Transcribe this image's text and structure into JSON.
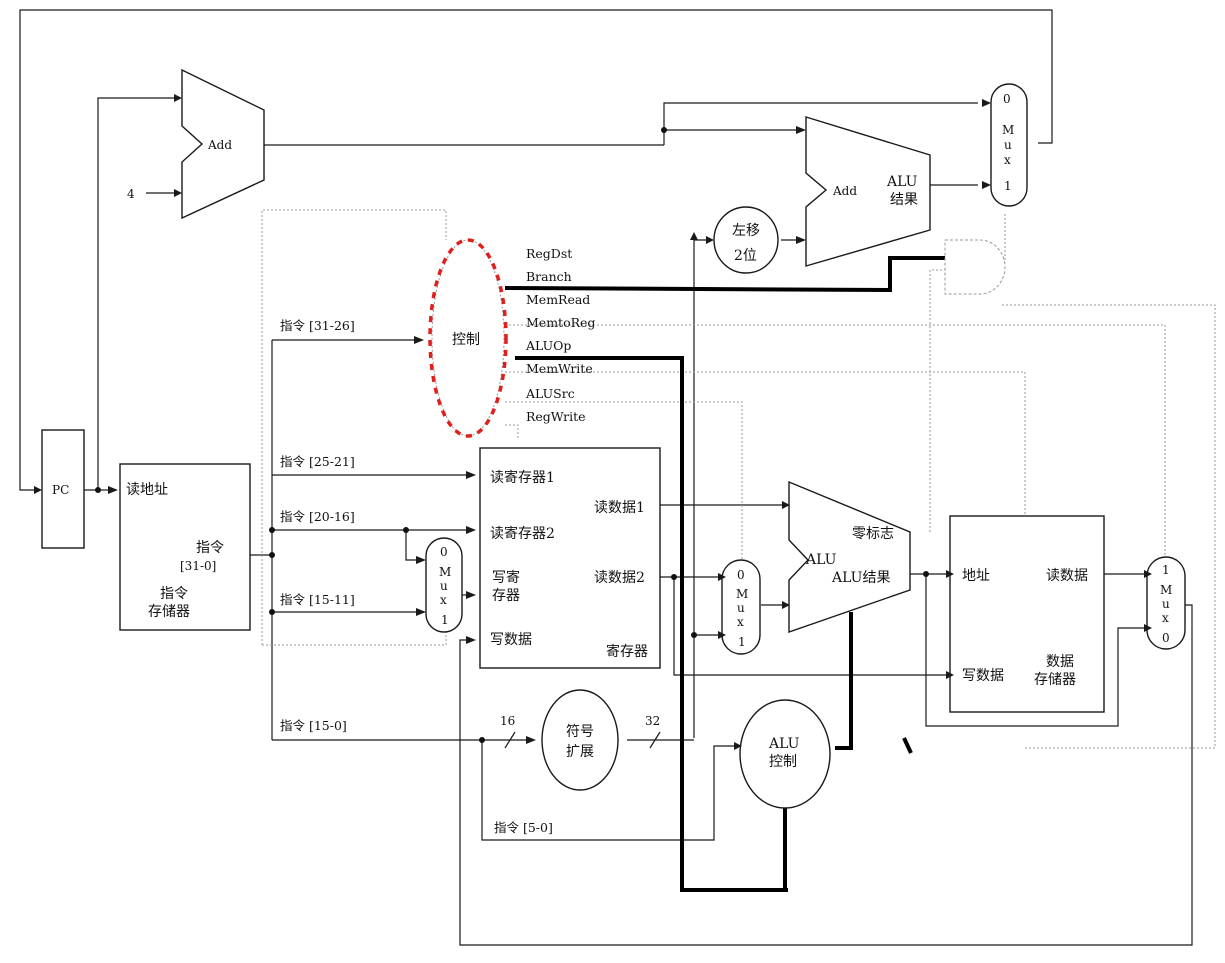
{
  "components": {
    "pc": "PC",
    "adder_top": "Add",
    "const_four": "4",
    "adder_branch": "Add",
    "adder_branch_result": [
      "ALU",
      "结果"
    ],
    "shift_left": [
      "左移",
      "2位"
    ],
    "mux_pc": [
      "0",
      "M",
      "u",
      "x",
      "1"
    ],
    "control": "控制",
    "instr_mem": {
      "read_addr": "读地址",
      "instr": "指令",
      "instr_bits": "[31-0]",
      "name": [
        "指令",
        "存储器"
      ]
    },
    "regfile": {
      "read_reg1": "读寄存器1",
      "read_reg2": "读寄存器2",
      "write_reg": [
        "写寄",
        "存器"
      ],
      "write_data": "写数据",
      "read_data1": "读数据1",
      "read_data2": "读数据2",
      "name": "寄存器"
    },
    "mux_regdst": [
      "0",
      "M",
      "u",
      "x",
      "1"
    ],
    "mux_alusrc": [
      "0",
      "M",
      "u",
      "x",
      "1"
    ],
    "alu": {
      "name": "ALU",
      "zero": "零标志",
      "result": "ALU结果"
    },
    "data_mem": {
      "addr": "地址",
      "read_data": "读数据",
      "write_data": "写数据",
      "name": [
        "数据",
        "存储器"
      ]
    },
    "mux_memtoreg": [
      "1",
      "M",
      "u",
      "x",
      "0"
    ],
    "sign_extend": [
      "符号",
      "扩展"
    ],
    "alu_control": [
      "ALU",
      "控制"
    ],
    "width_in": "16",
    "width_out": "32"
  },
  "instr_fields": {
    "f31_26": "指令 [31-26]",
    "f25_21": "指令 [25-21]",
    "f20_16": "指令 [20-16]",
    "f15_11": "指令 [15-11]",
    "f15_0": "指令 [15-0]",
    "f5_0": "指令 [5-0]"
  },
  "control_signals": [
    "RegDst",
    "Branch",
    "MemRead",
    "MemtoReg",
    "ALUOp",
    "MemWrite",
    "ALUSrc",
    "RegWrite"
  ],
  "colors": {
    "highlight": "#e0201c",
    "wire": "#1a1a1a",
    "control_wire": "#9a9a9a",
    "emphasis": "#000000"
  }
}
